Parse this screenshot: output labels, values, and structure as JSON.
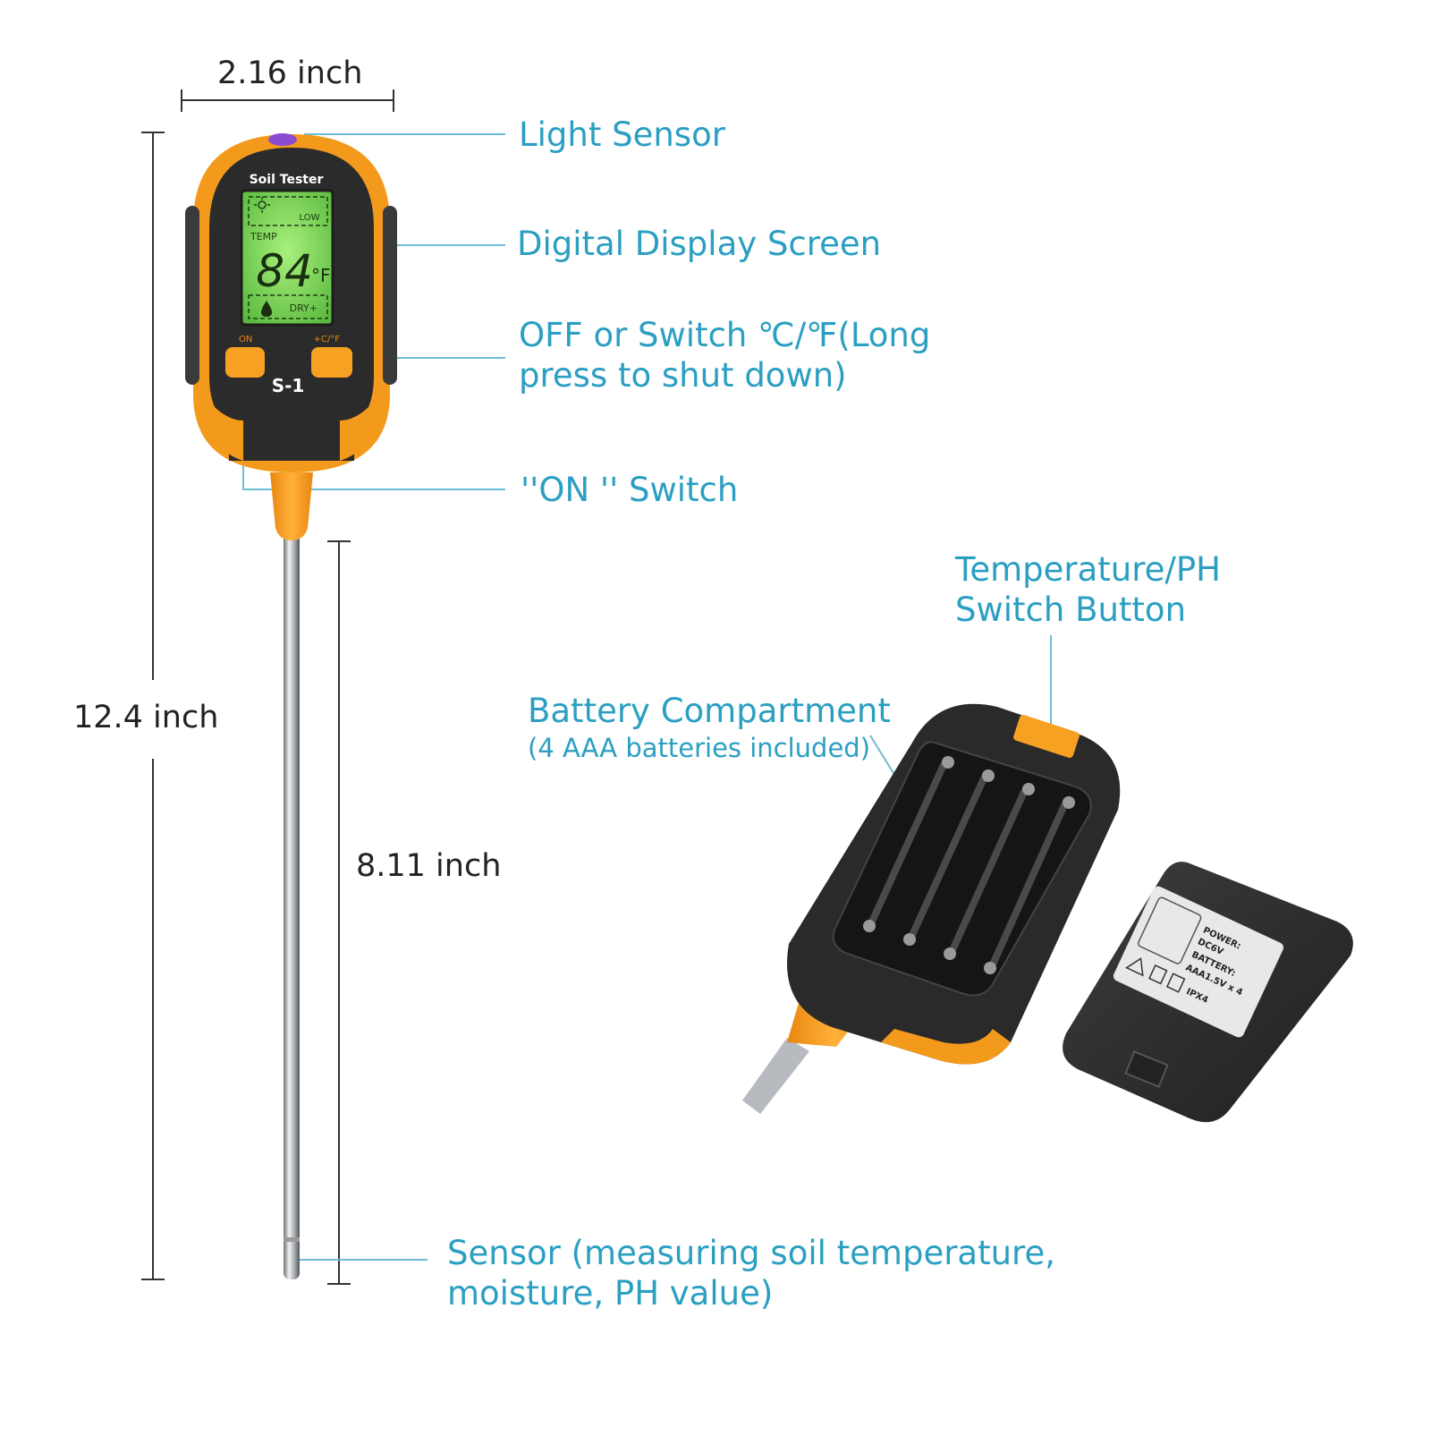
{
  "dimensions": {
    "width": "2.16 inch",
    "height": "12.4 inch",
    "probe": "8.11 inch"
  },
  "callouts": {
    "light_sensor": "Light Sensor",
    "display_screen": "Digital Display Screen",
    "off_switch_line1": "OFF or Switch ℃/℉(Long",
    "off_switch_line2": "press to shut down)",
    "on_switch": "''ON '' Switch",
    "temp_ph_line1": "Temperature/PH",
    "temp_ph_line2": "Switch Button",
    "battery_line1": "Battery Compartment",
    "battery_line2": "(4 AAA batteries included)",
    "sensor_line1": "Sensor (measuring soil temperature,",
    "sensor_line2": "moisture, PH value)"
  },
  "device": {
    "brand_label": "Soil Tester",
    "model": "S-1",
    "on_button_label": "ON",
    "unit_button_label": "+C/°F",
    "lcd": {
      "low": "LOW",
      "temp": "TEMP",
      "reading": "84",
      "unit": "°F",
      "dry": "DRY+"
    }
  },
  "battery_cover": {
    "power": "POWER:",
    "dc": "DC6V",
    "battery": "BATTERY:",
    "spec": "AAA1.5V x 4",
    "ipx": "IPX4"
  },
  "colors": {
    "callout_text": "#2a9fc2",
    "body_orange": "#f39a1c",
    "body_black": "#2b2b2b",
    "lcd_green": "#7cd65a"
  }
}
